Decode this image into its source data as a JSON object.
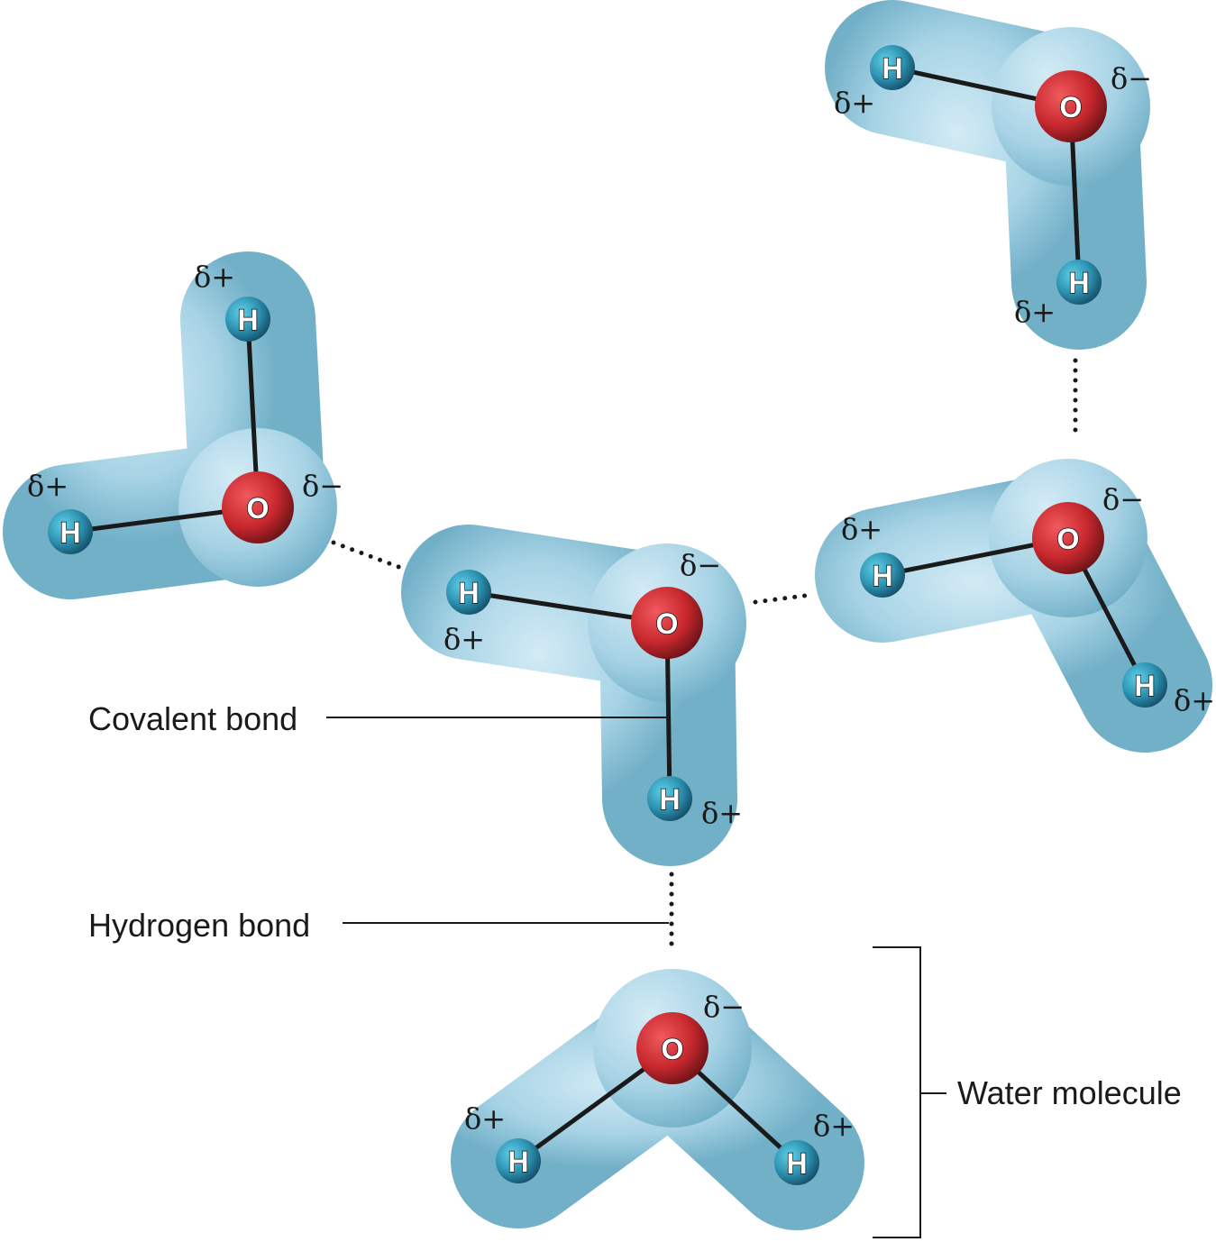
{
  "labels": {
    "covalent_bond": "Covalent bond",
    "hydrogen_bond": "Hydrogen bond",
    "water_molecule": "Water molecule"
  },
  "atoms": {
    "oxygen": "O",
    "hydrogen": "H"
  },
  "charges": {
    "partial_negative": "δ−",
    "partial_positive": "δ+"
  },
  "colors": {
    "electron_cloud": "#a8d5e6",
    "oxygen": "#c8282e",
    "hydrogen": "#2b8fae",
    "bond": "#1a1a1a"
  },
  "molecules": [
    {
      "id": "top-right"
    },
    {
      "id": "left"
    },
    {
      "id": "center"
    },
    {
      "id": "right"
    },
    {
      "id": "bottom"
    }
  ]
}
